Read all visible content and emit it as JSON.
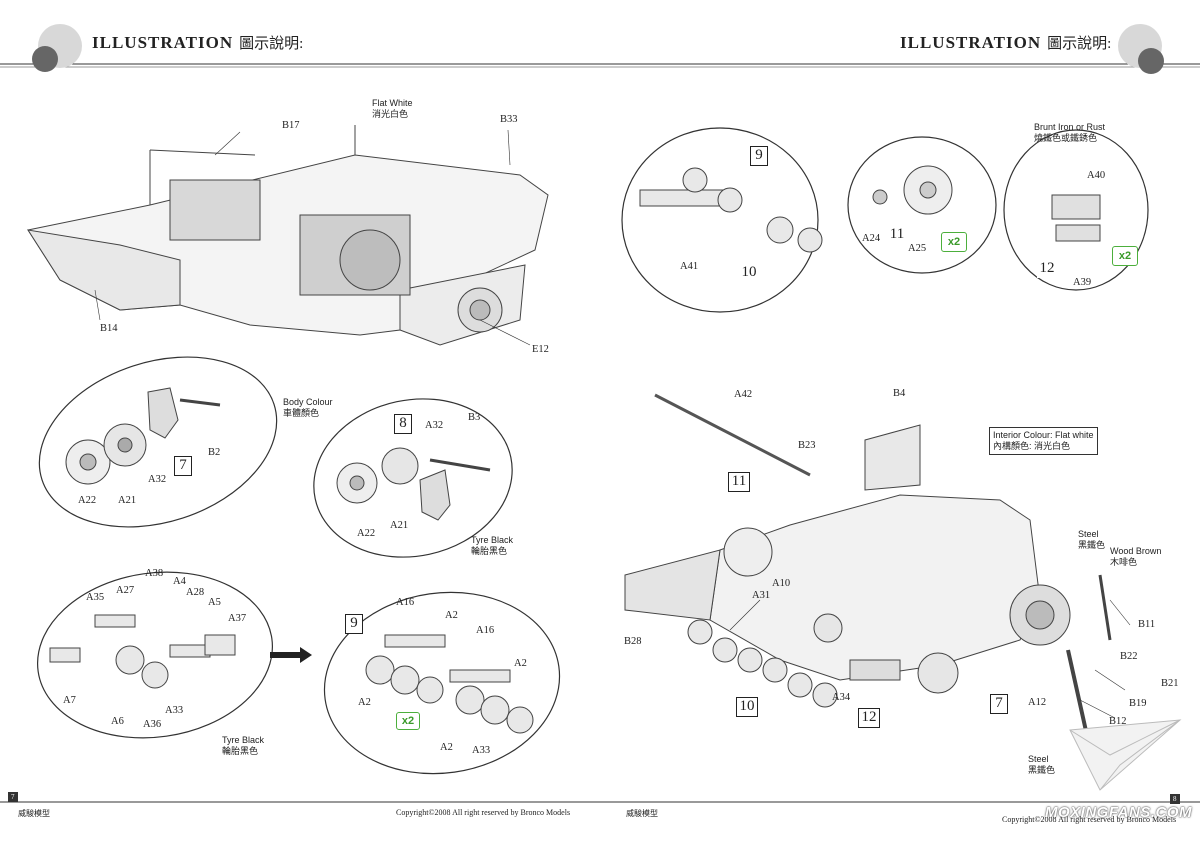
{
  "left_page": {
    "header_title": "ILLUSTRATION",
    "header_cn": "圖示說明:",
    "page_number": "7",
    "footer_brand": "威駿模型",
    "footer_copyright": "Copyright©2008  All right reserved by Bronco Models",
    "notes": {
      "flat_white": "Flat White",
      "flat_white_cn": "消光白色",
      "body_colour": "Body Colour",
      "body_colour_cn": "車體顏色",
      "tyre_black_1": "Tyre Black",
      "tyre_black_1_cn": "輪胎黑色",
      "tyre_black_2": "Tyre Black",
      "tyre_black_2_cn": "輪胎黑色"
    },
    "step_boxes": {
      "s7": "7",
      "s8": "8",
      "s9": "9",
      "x2": "x2"
    },
    "part_labels": {
      "b17": "B17",
      "b33": "B33",
      "b14": "B14",
      "e12": "E12",
      "a22a": "A22",
      "a21a": "A21",
      "a32a": "A32",
      "b2": "B2",
      "a32b": "A32",
      "b3": "B3",
      "a22b": "A22",
      "a21b": "A21",
      "a38": "A38",
      "a27": "A27",
      "a4": "A4",
      "a28": "A28",
      "a35": "A35",
      "a5": "A5",
      "a37": "A37",
      "a7": "A7",
      "a6": "A6",
      "a36": "A36",
      "a33a": "A33",
      "a16a": "A16",
      "a2a": "A2",
      "a16b": "A16",
      "a2b": "A2",
      "a2c": "A2",
      "a2d": "A2",
      "a33b": "A33"
    }
  },
  "right_page": {
    "header_title": "ILLUSTRATION",
    "header_cn": "圖示說明:",
    "page_number": "8",
    "footer_brand": "威駿模型",
    "footer_copyright": "Copyright©2008  All right reserved by Bronco Models",
    "watermark": "MOXINGFANS.COM",
    "notes": {
      "brunt_iron": "Brunt Iron or Rust",
      "brunt_iron_cn": "燒鐵色或鐵銹色",
      "interior": "Interior Colour: Flat white",
      "interior_cn": "內構顏色: 消光白色",
      "steel_1": "Steel",
      "steel_1_cn": "黑鐵色",
      "wood_brown": "Wood Brown",
      "wood_brown_cn": "木啡色",
      "steel_2": "Steel",
      "steel_2_cn": "黑鐵色"
    },
    "step_boxes": {
      "s9": "9",
      "s10a": "10",
      "s11a": "11",
      "s12a": "12",
      "s11b": "11",
      "s10b": "10",
      "s12b": "12",
      "s7": "7",
      "x2a": "x2",
      "x2b": "x2"
    },
    "part_labels": {
      "a41": "A41",
      "a24": "A24",
      "a25": "A25",
      "a40": "A40",
      "a39": "A39",
      "a42": "A42",
      "b4": "B4",
      "b23": "B23",
      "a10": "A10",
      "a31": "A31",
      "b28": "B28",
      "a34": "A34",
      "b11": "B11",
      "b22": "B22",
      "b21": "B21",
      "b19": "B19",
      "b12": "B12",
      "a12": "A12"
    }
  }
}
